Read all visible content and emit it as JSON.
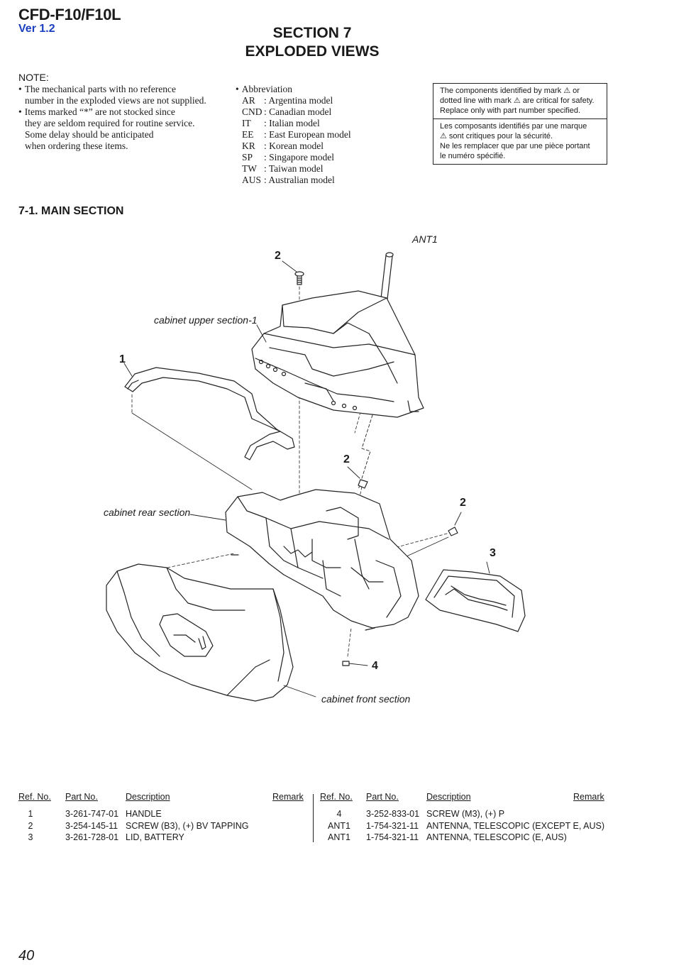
{
  "header": {
    "model": "CFD-F10/F10L",
    "version": "Ver 1.2",
    "section_line1": "SECTION 7",
    "section_line2": "EXPLODED VIEWS"
  },
  "note": {
    "heading": "NOTE:",
    "bullet_char": "•",
    "lines": [
      "The mechanical parts with no reference",
      "number in the exploded views are not supplied.",
      "Items marked “*” are not stocked since",
      "they are seldom required for routine service.",
      "Some delay should be anticipated",
      "when ordering these items."
    ]
  },
  "abbreviation": {
    "heading": "Abbreviation",
    "items": [
      {
        "code": "AR",
        "desc": ": Argentina model"
      },
      {
        "code": "CND",
        "desc": ": Canadian model"
      },
      {
        "code": "IT",
        "desc": ": Italian model"
      },
      {
        "code": "EE",
        "desc": ": East European model"
      },
      {
        "code": "KR",
        "desc": ": Korean model"
      },
      {
        "code": "SP",
        "desc": ": Singapore model"
      },
      {
        "code": "TW",
        "desc": ": Taiwan model"
      },
      {
        "code": "AUS",
        "desc": ": Australian model"
      }
    ]
  },
  "safety_notice": {
    "english": [
      "The components identified by mark ⚠ or",
      "dotted line with mark ⚠ are critical for safety.",
      "Replace only with part number specified."
    ],
    "french": [
      "Les composants identifiés par une marque",
      "⚠ sont critiques pour la sécurité.",
      "Ne les remplacer que par une pièce portant",
      "le numéro spécifié."
    ]
  },
  "subsection_title": "7-1. MAIN SECTION",
  "diagram": {
    "labels": {
      "ant1": "ANT1",
      "upper": "cabinet upper section-1",
      "rear": "cabinet rear section",
      "front": "cabinet front section"
    },
    "callouts": {
      "screw_top": "2",
      "handle": "1",
      "screw_mid": "2",
      "screw_right": "2",
      "lid": "3",
      "screw_bottom": "4"
    }
  },
  "parts_table": {
    "headers": {
      "ref": "Ref. No.",
      "part": "Part No.",
      "desc": "Description",
      "remark": "Remark"
    },
    "left_rows": [
      {
        "ref": "1",
        "part": "3-261-747-01",
        "desc": "HANDLE"
      },
      {
        "ref": "2",
        "part": "3-254-145-11",
        "desc": "SCREW (B3), (+) BV TAPPING"
      },
      {
        "ref": "3",
        "part": "3-261-728-01",
        "desc": "LID, BATTERY"
      }
    ],
    "right_rows": [
      {
        "ref": "4",
        "part": "3-252-833-01",
        "desc": "SCREW (M3), (+) P"
      },
      {
        "ref": "ANT1",
        "part": "1-754-321-11",
        "desc": "ANTENNA, TELESCOPIC (EXCEPT E, AUS)"
      },
      {
        "ref": "ANT1",
        "part": "1-754-321-11",
        "desc": "ANTENNA, TELESCOPIC (E, AUS)"
      }
    ]
  },
  "page_number": "40"
}
